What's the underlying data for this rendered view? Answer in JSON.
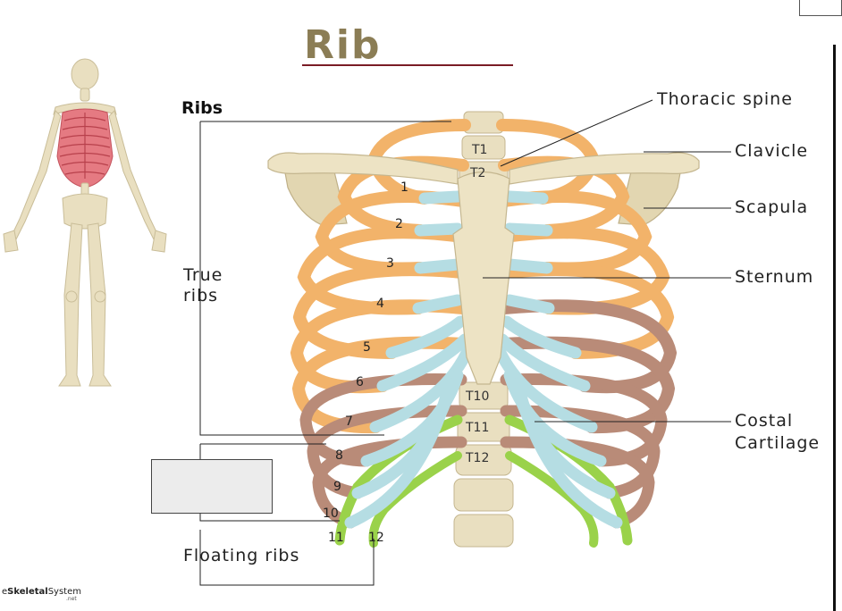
{
  "title": "Rib Bones",
  "labels": {
    "ribs": "Ribs",
    "true_ribs_line1": "True",
    "true_ribs_line2": "ribs",
    "floating_ribs": "Floating ribs",
    "thoracic_spine": "Thoracic spine",
    "clavicle": "Clavicle",
    "scapula": "Scapula",
    "sternum": "Sternum",
    "costal_line1": "Costal",
    "costal_line2": "Cartilage"
  },
  "rib_numbers": [
    "1",
    "2",
    "3",
    "4",
    "5",
    "6",
    "7",
    "8",
    "9",
    "10",
    "11",
    "12"
  ],
  "vertebrae": {
    "t1": "T1",
    "t2": "T2",
    "t10": "T10",
    "t11": "T11",
    "t12": "T12"
  },
  "brand": {
    "name_plain_prefix": "e",
    "name_bold": "Skeletal",
    "name_plain": "System",
    "suffix": ".net"
  },
  "colors": {
    "true_rib": "#f2b36a",
    "false_rib": "#b98b78",
    "floating_rib": "#9ad24a",
    "cartilage": "#b5dde3",
    "bone": "#ede3c4",
    "title": "#8b7d55",
    "underline": "#7a1c25",
    "highlight_ribcage": "#e57a82"
  }
}
